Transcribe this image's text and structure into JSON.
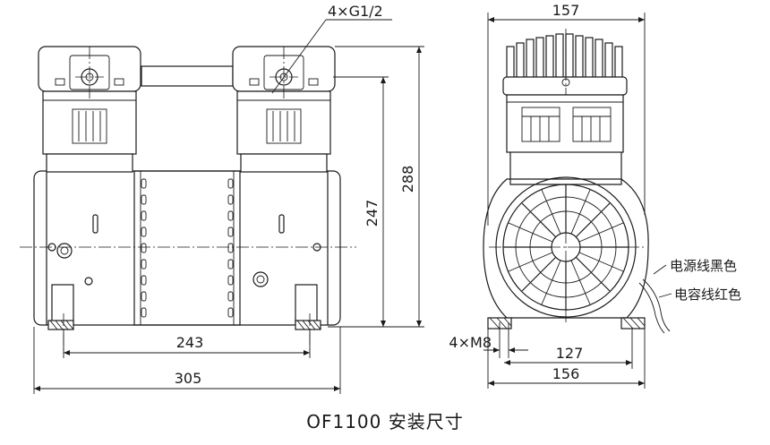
{
  "title": "OF1100 安装尺寸",
  "labels": {
    "ports": "4×G1/2",
    "mount_holes": "4×M8",
    "power_cable": "电源线黑色",
    "capacitor_cable": "电容线红色"
  },
  "dimensions": {
    "side_height_inner": "247",
    "side_height_total": "288",
    "mount_spacing": "243",
    "overall_length": "305",
    "top_width": "157",
    "front_mount_spacing": "127",
    "front_base_width": "156"
  }
}
